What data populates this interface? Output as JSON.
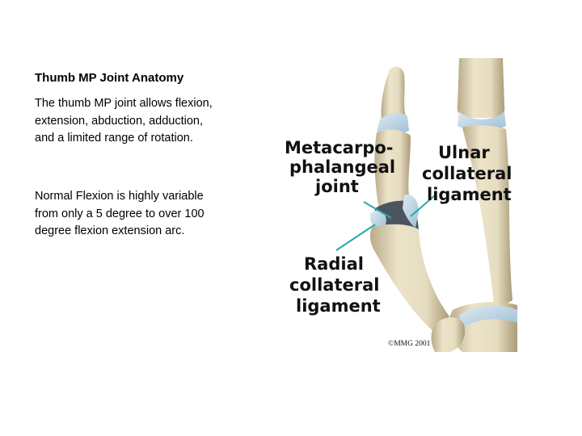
{
  "slide": {
    "title": "Thumb MP Joint Anatomy",
    "paragraphs": [
      "The thumb MP joint allows flexion, extension, abduction, adduction, and a limited range of rotation.",
      "Normal Flexion is highly variable from only a 5 degree to over 100 degree flexion extension arc."
    ]
  },
  "figure": {
    "labels": {
      "mp_joint": [
        "Metacarpo-",
        "phalangeal",
        "joint"
      ],
      "ulnar": [
        "Ulnar",
        "collateral",
        "ligament"
      ],
      "radial": [
        "Radial",
        "collateral",
        "ligament"
      ]
    },
    "copyright": "©MMG 2001",
    "colors": {
      "bone": "#e6dcc0",
      "bone_shadow": "#b8ab88",
      "ligament": "#b8d4e6",
      "leader_line": "#2aa9a6"
    }
  }
}
